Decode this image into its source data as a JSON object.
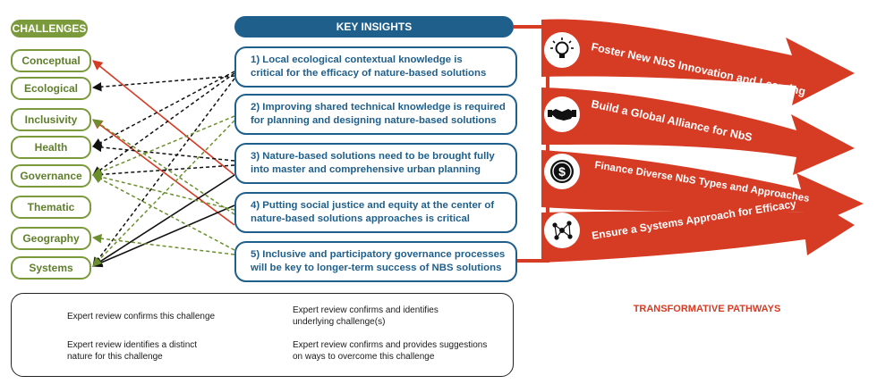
{
  "challenges": {
    "header": "CHALLENGES",
    "items": [
      "Conceptual",
      "Ecological",
      "Inclusivity",
      "Health",
      "Governance",
      "Thematic",
      "Geography",
      "Systems"
    ]
  },
  "insights": {
    "header": "KEY INSIGHTS",
    "items": [
      {
        "line1": "1) Local ecological contextual knowledge is",
        "line2": "critical for the efficacy of nature-based solutions"
      },
      {
        "line1": "2) Improving shared technical knowledge is required",
        "line2": "for planning and designing nature-based solutions"
      },
      {
        "line1": "3) Nature-based solutions need to be brought fully",
        "line2": "into master and comprehensive urban planning"
      },
      {
        "line1": "4) Putting social justice and equity at the center of",
        "line2": "nature-based solutions approaches is critical"
      },
      {
        "line1": "5) Inclusive and participatory governance processes",
        "line2": "will be key to longer-term success of NBS solutions"
      }
    ]
  },
  "pathways": {
    "title": "TRANSFORMATIVE PATHWAYS",
    "items": [
      {
        "label": "Foster New NbS Innovation and Learning",
        "icon": "lightbulb-icon"
      },
      {
        "label": "Build a Global Alliance for NbS",
        "icon": "handshake-icon"
      },
      {
        "label": "Finance Diverse NbS Types and Approaches",
        "icon": "dollar-icon"
      },
      {
        "label": "Ensure a Systems Approach for Efficacy",
        "icon": "network-icon"
      }
    ]
  },
  "legend": {
    "items": [
      {
        "line1": "Expert review confirms this challenge",
        "line2": "",
        "style": "solid",
        "color": "#111111"
      },
      {
        "line1": "Expert review identifies a distinct",
        "line2": "nature for this challenge",
        "style": "solid",
        "color": "#d63b24"
      },
      {
        "line1": "Expert review confirms and identifies",
        "line2": "underlying challenge(s)",
        "style": "dashed",
        "color": "#111111"
      },
      {
        "line1": "Expert review confirms and provides suggestions",
        "line2": "on ways to overcome this challenge",
        "style": "dashed",
        "color": "#6a8f2c"
      }
    ]
  },
  "colors": {
    "green": "#7a9a3c",
    "blue": "#1f5f8b",
    "red": "#d63b24",
    "black": "#111111",
    "dash_green": "#6a8f2c"
  }
}
